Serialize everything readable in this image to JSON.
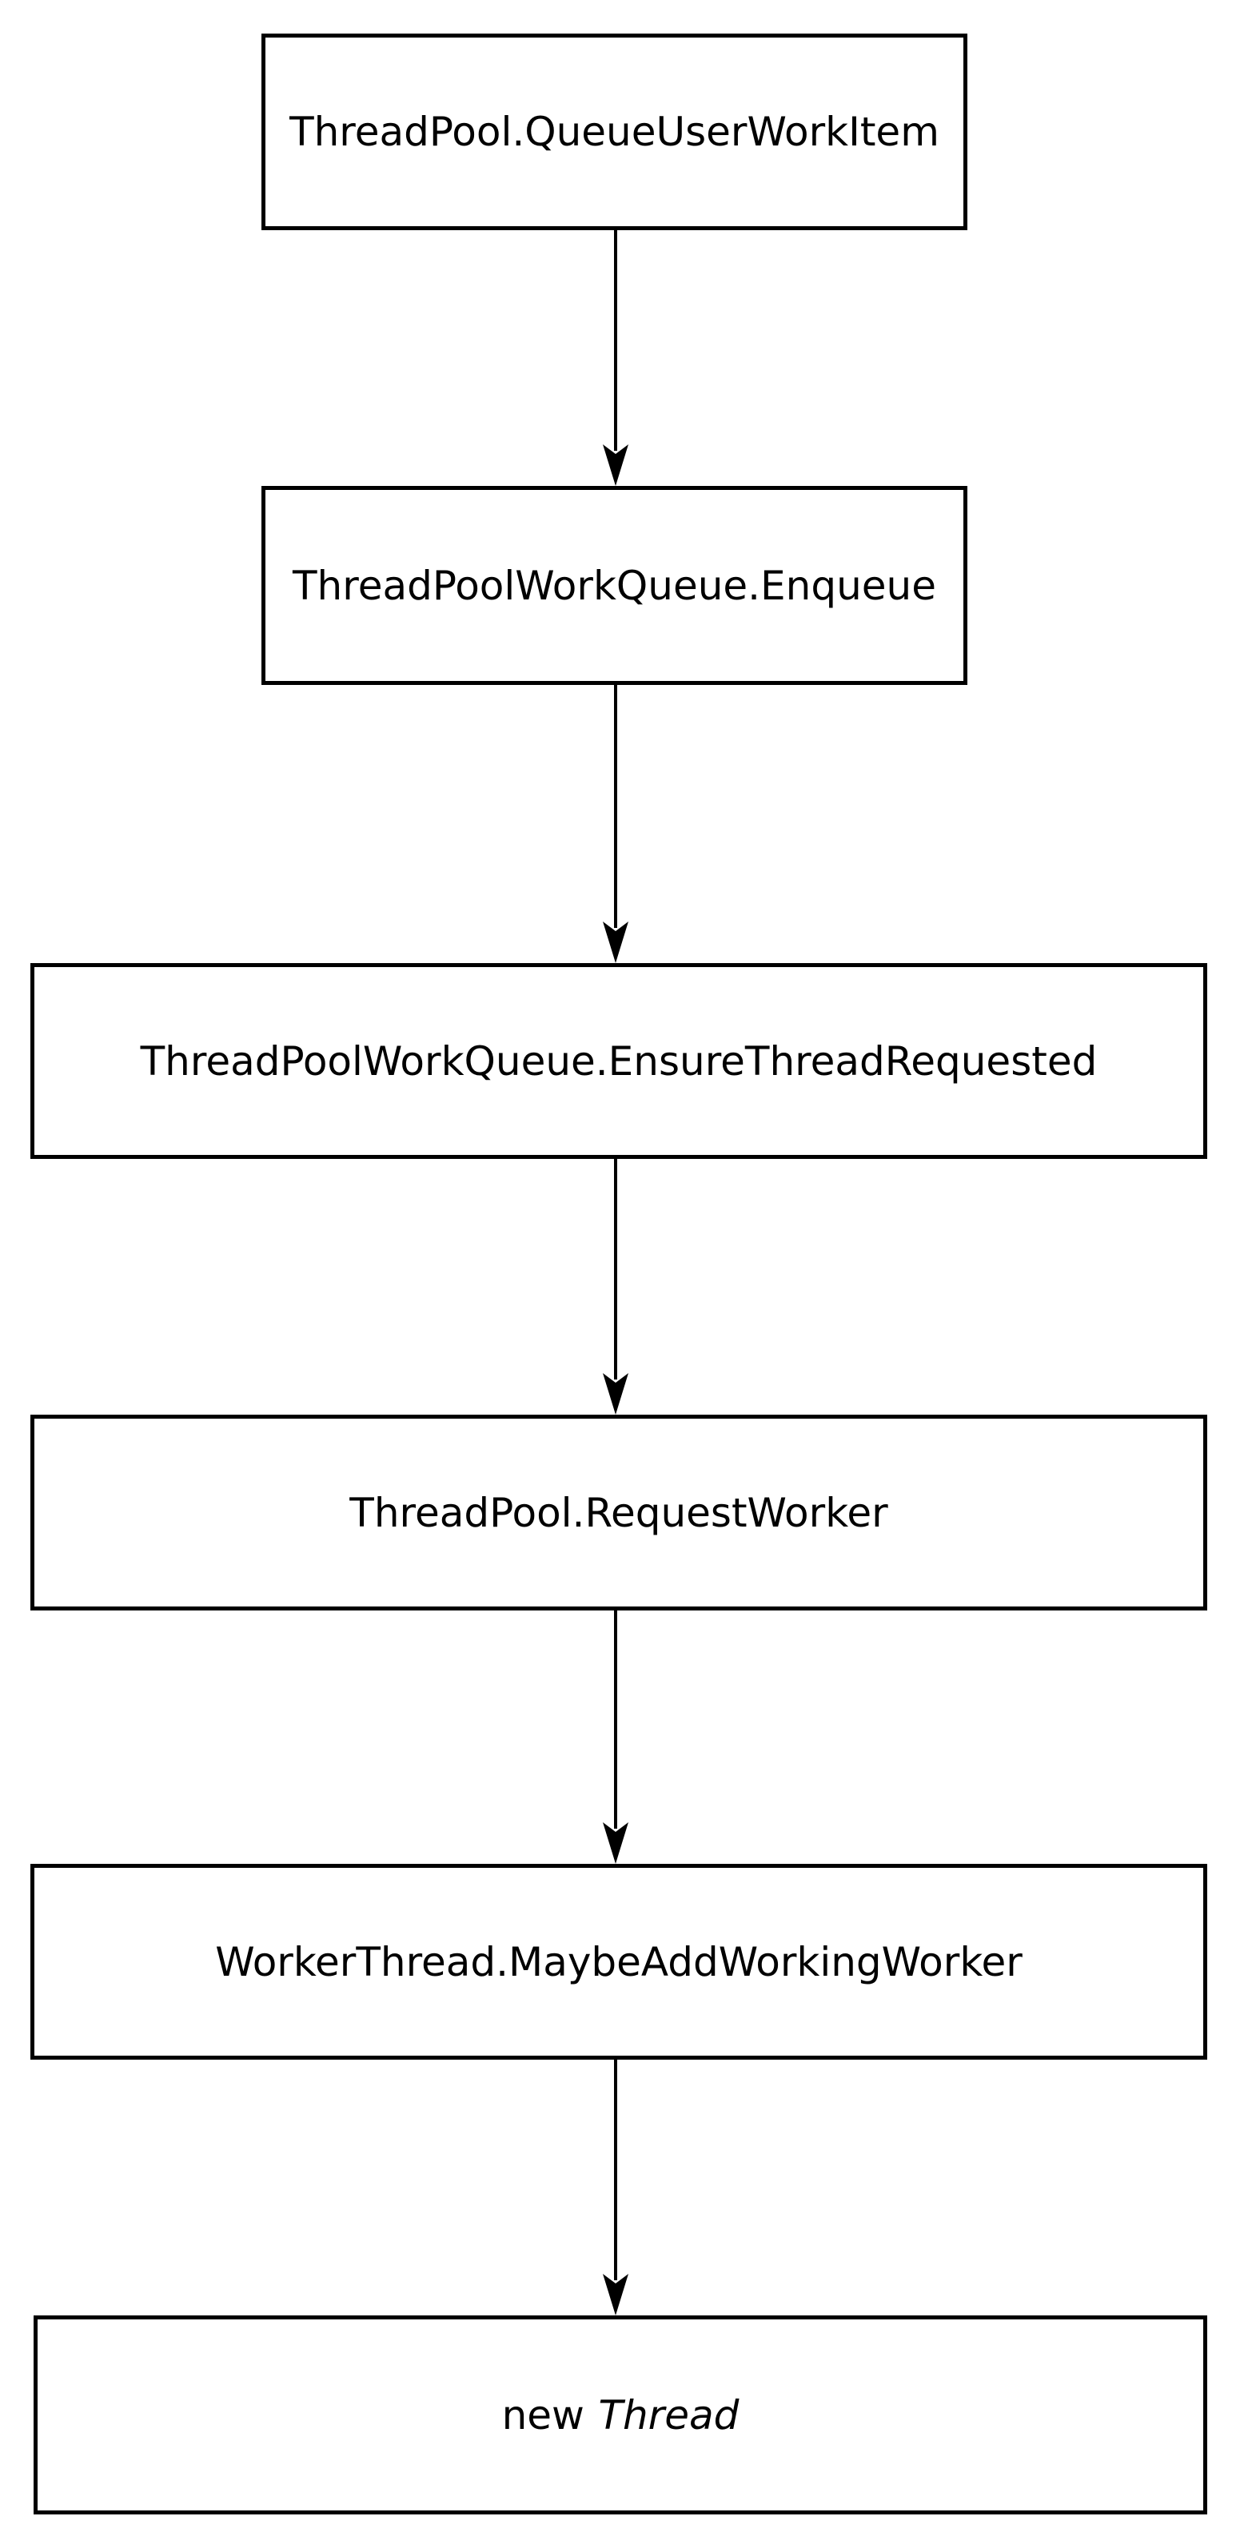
{
  "diagram": {
    "type": "flowchart",
    "direction": "top-down",
    "background_color": "#ffffff",
    "line_color": "#000000",
    "text_color": "#000000",
    "nodes": [
      {
        "label": "ThreadPool.QueueUserWorkItem"
      },
      {
        "label": "ThreadPoolWorkQueue.Enqueue"
      },
      {
        "label": "ThreadPoolWorkQueue.EnsureThreadRequested"
      },
      {
        "label": "ThreadPool.RequestWorker"
      },
      {
        "label": "WorkerThread.MaybeAddWorkingWorker"
      },
      {
        "label_prefix": "new",
        "label_emphasis": "Thread"
      }
    ],
    "edges": [
      {
        "from": "ThreadPool.QueueUserWorkItem",
        "to": "ThreadPoolWorkQueue.Enqueue"
      },
      {
        "from": "ThreadPoolWorkQueue.Enqueue",
        "to": "ThreadPoolWorkQueue.EnsureThreadRequested"
      },
      {
        "from": "ThreadPoolWorkQueue.EnsureThreadRequested",
        "to": "ThreadPool.RequestWorker"
      },
      {
        "from": "ThreadPool.RequestWorker",
        "to": "WorkerThread.MaybeAddWorkingWorker"
      },
      {
        "from": "WorkerThread.MaybeAddWorkingWorker",
        "to": "new Thread"
      }
    ]
  }
}
